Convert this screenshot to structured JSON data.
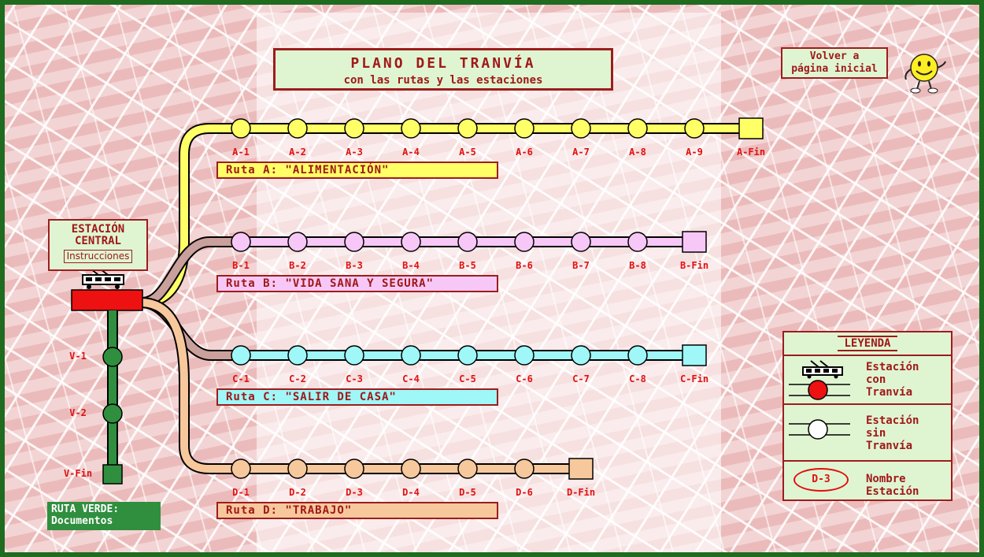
{
  "header": {
    "title": "PLANO DEL TRANVÍA",
    "subtitle": "con las rutas y las estaciones"
  },
  "home_link": {
    "line1": "Volver a",
    "line2": "página inicial"
  },
  "central_station": {
    "line1": "ESTACIÓN",
    "line2": "CENTRAL",
    "instructions": "Instrucciones"
  },
  "routes": [
    {
      "id": "A",
      "label": "Ruta A:  \"ALIMENTACIÓN\"",
      "color": "#ffff66",
      "label_bg": "#ffff66",
      "stations": [
        "A-1",
        "A-2",
        "A-3",
        "A-4",
        "A-5",
        "A-6",
        "A-7",
        "A-8",
        "A-9",
        "A-Fin"
      ]
    },
    {
      "id": "B",
      "label": "Ruta B: \"VIDA SANA Y SEGURA\"",
      "color": "#f7c8f7",
      "label_bg": "#f7c8f7",
      "stations": [
        "B-1",
        "B-2",
        "B-3",
        "B-4",
        "B-5",
        "B-6",
        "B-7",
        "B-8",
        "B-Fin"
      ]
    },
    {
      "id": "C",
      "label": "Ruta C: \"SALIR  DE  CASA\"",
      "color": "#9ff7f7",
      "label_bg": "#9ff7f7",
      "stations": [
        "C-1",
        "C-2",
        "C-3",
        "C-4",
        "C-5",
        "C-6",
        "C-7",
        "C-8",
        "C-Fin"
      ]
    },
    {
      "id": "D",
      "label": "Ruta D: \"TRABAJO\"",
      "color": "#f7c89c",
      "label_bg": "#f7c89c",
      "stations": [
        "D-1",
        "D-2",
        "D-3",
        "D-4",
        "D-5",
        "D-6",
        "D-Fin"
      ]
    }
  ],
  "green_route": {
    "label_line1": "RUTA VERDE:",
    "label_line2": "Documentos",
    "color": "#2f8f3f",
    "stations": [
      "V-1",
      "V-2",
      "V-Fin"
    ]
  },
  "legend": {
    "title": "LEYENDA",
    "with_tram": [
      "Estación",
      "con",
      "Tranvía"
    ],
    "without_tram": [
      "Estación",
      "sin",
      "Tranvía"
    ],
    "sample_name": "D-3",
    "name_text": [
      "Nombre",
      "Estación"
    ]
  },
  "colors": {
    "frame": "#1f6b1f",
    "accent_red": "#a01818",
    "station_label": "#e01010",
    "panel_bg": "#dff5d2",
    "central_block": "#ee1111",
    "connector": "#caa09c"
  }
}
